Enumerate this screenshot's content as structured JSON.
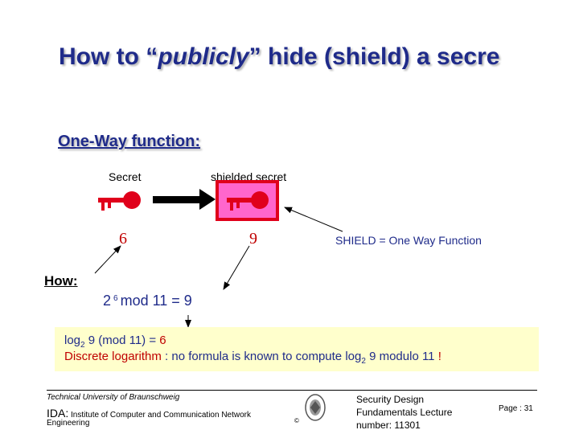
{
  "slide": {
    "title_pre": "How to “",
    "title_italic": "publicly",
    "title_post": "” hide (shield) a secre",
    "subtitle": "One-Way function:",
    "secret_label": "Secret",
    "shielded_label": "shielded secret",
    "secret_value": "6",
    "shielded_value": "9",
    "shield_caption": "SHIELD = One Way Function",
    "how_label": "How",
    "how_colon": ":",
    "equation": {
      "base": "2",
      "exponent": "6",
      "rest": "mod 11  =  9"
    },
    "box": {
      "line1_pre": "log",
      "line1_sub": "2",
      "line1_mid": "  9  (mod 11) = ",
      "line1_result": "6",
      "line2_red": "Discrete logarithm",
      "line2_mid": " : no formula is known to compute log",
      "line2_sub": "2",
      "line2_post": " 9  modulo 11  ",
      "line2_bang": "!"
    },
    "colors": {
      "title": "#1f2b8a",
      "accent_red": "#c00000",
      "key": "#e0001b",
      "shield_border": "#e0001b",
      "shield_fill": "#ff66cc",
      "box_bg": "#ffffcc"
    }
  },
  "footer": {
    "university": "Technical University of Braunschweig",
    "ida_prefix": "IDA:",
    "ida_text": " Institute of Computer and Communication Network",
    "engineering": "Engineering",
    "copyright": "©",
    "course_line1": "Security Design",
    "course_line2": "Fundamentals Lecture",
    "course_line3": "number: 11301",
    "page_label": "Page :  31"
  },
  "icons": [
    "key-icon",
    "shielded-key-icon",
    "arrow-right-icon",
    "university-seal-icon"
  ]
}
